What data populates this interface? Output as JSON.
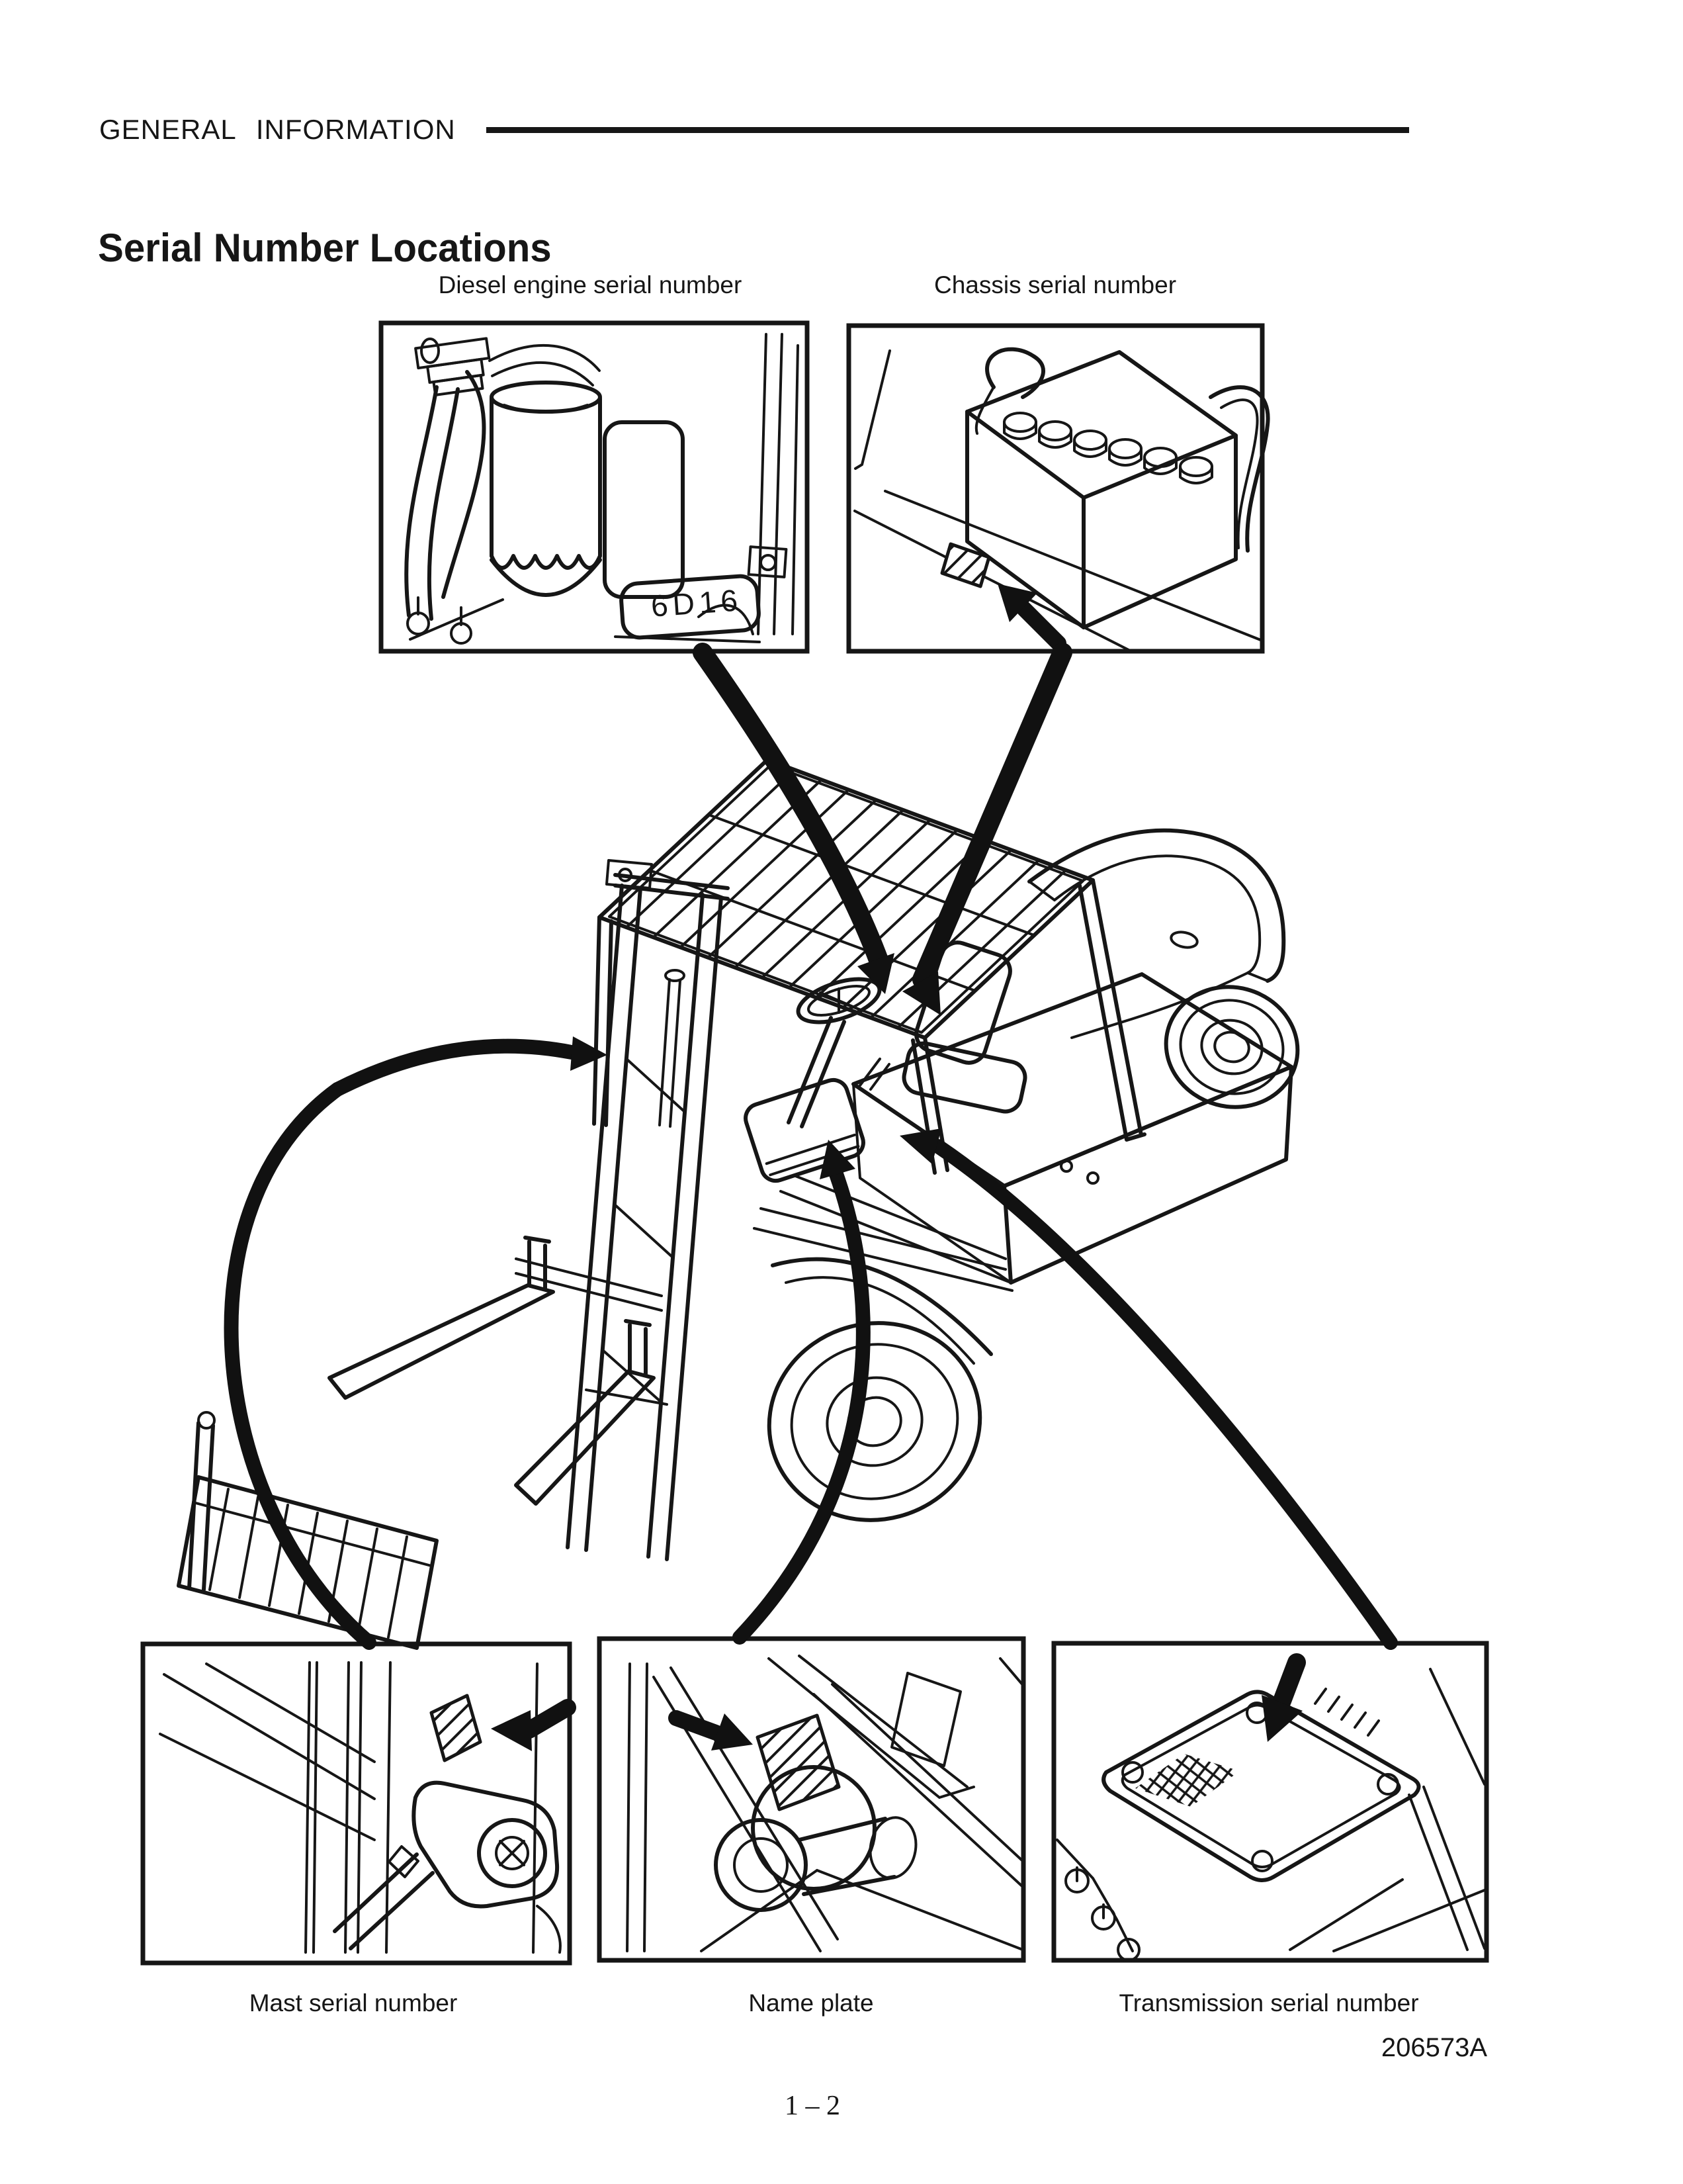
{
  "page": {
    "header": "GENERAL INFORMATION",
    "title": "Serial Number Locations",
    "figure_number": "206573A",
    "page_number": "1 – 2"
  },
  "callouts": {
    "diesel_engine": {
      "label": "Diesel engine serial number",
      "plate_text": "6D16"
    },
    "chassis": {
      "label": "Chassis serial number"
    },
    "mast": {
      "label": "Mast serial number"
    },
    "name_plate": {
      "label": "Name plate"
    },
    "transmission": {
      "label": "Transmission serial number"
    }
  },
  "colors": {
    "ink": "#161616",
    "paper": "#ffffff"
  }
}
